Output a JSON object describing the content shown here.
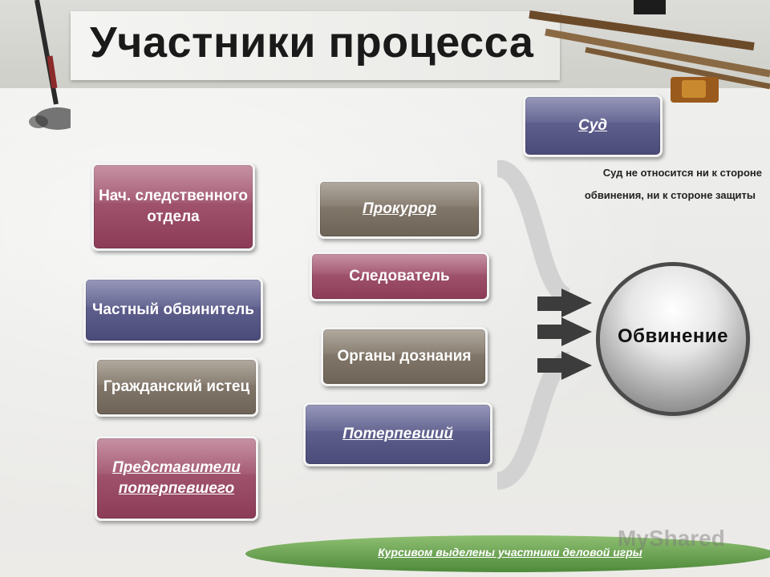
{
  "slide": {
    "title": "Участники процесса",
    "court": {
      "label": "Суд",
      "note_line1": "Суд не относится ни к стороне",
      "note_line2": "обвинения, ни к стороне защиты"
    },
    "left_boxes": [
      {
        "label": "Нач. следственного отдела"
      },
      {
        "label": "Частный обвинитель"
      },
      {
        "label": "Гражданский истец"
      },
      {
        "label": "Представители потерпевшего"
      }
    ],
    "middle_boxes": [
      {
        "label": "Прокурор"
      },
      {
        "label": "Следователь"
      },
      {
        "label": "Органы дознания"
      },
      {
        "label": "Потерпевший"
      }
    ],
    "target": {
      "label": "Обвинение"
    },
    "footer": {
      "note": "Курсивом выделены участники деловой игры"
    },
    "watermark": "MyShared"
  }
}
